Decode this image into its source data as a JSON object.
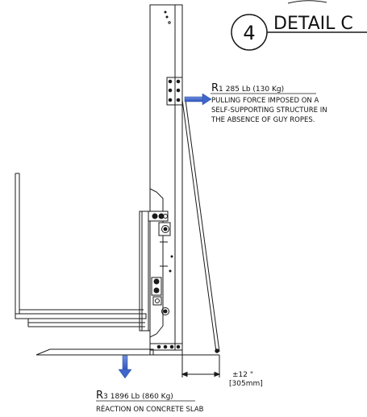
{
  "detail": {
    "number": "4",
    "title": "DETAIL C"
  },
  "reaction_r1": {
    "symbol": "R",
    "index": "1",
    "value": "285 Lb (130 Kg)",
    "note_lines": [
      "PULLING FORCE IMPOSED ON A",
      "SELF-SUPPORTING STRUCTURE IN",
      "THE ABSENCE OF GUY ROPES."
    ]
  },
  "reaction_r3": {
    "symbol": "R",
    "index": "3",
    "value": "1896 Lb (860 Kg)",
    "note": "RÉACTION ON CONCRETE SLAB"
  },
  "dimension": {
    "imperial": "±12 \"",
    "metric": "[305mm]"
  },
  "colors": {
    "line": "#1a1a1a",
    "arrow": "#3f66c9"
  }
}
